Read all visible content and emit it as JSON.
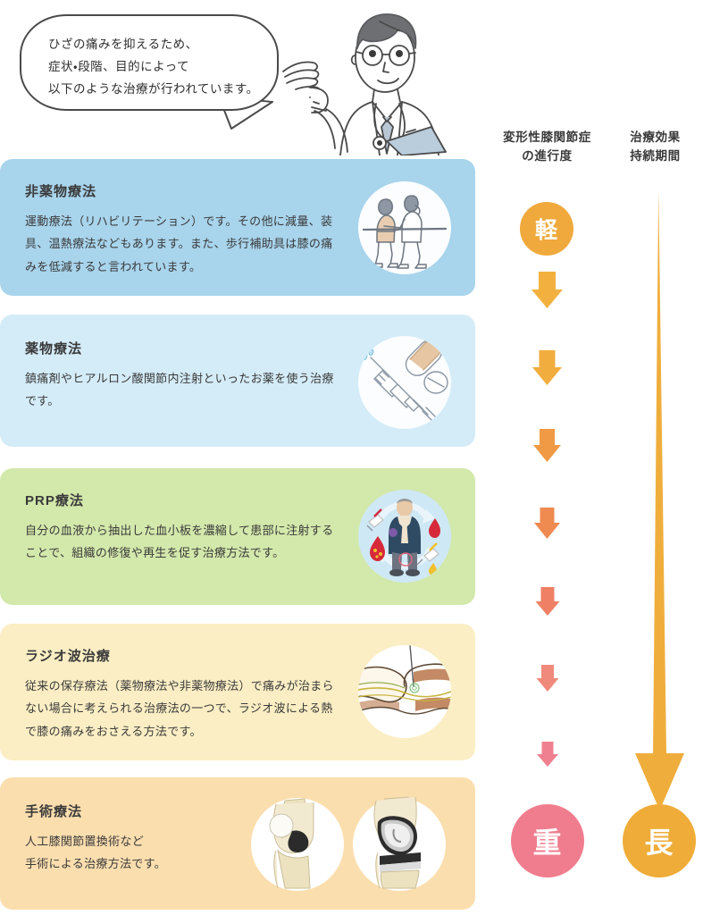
{
  "bubble": {
    "text": "ひざの痛みを抑えるため、\n症状・段階、目的によって\n以下のような治療が行われています。"
  },
  "illustration": {
    "doctor_label": "doctor-illustration"
  },
  "cards": [
    {
      "id": "non-drug-therapy",
      "title": "非薬物療法",
      "body": "運動療法（リハビリテーション）です。その他に減量、装具、温熱療法などもあります。また、歩行補助具は膝の痛みを低減すると言われています。",
      "bg": "#a8d4ec",
      "icon_name": "walking-rehab-icon"
    },
    {
      "id": "drug-therapy",
      "title": "薬物療法",
      "body": "鎮痛剤やヒアルロン酸関節内注射といったお薬を使う治療です。",
      "bg": "#d4ecf8",
      "icon_name": "syringe-pills-icon"
    },
    {
      "id": "prp-therapy",
      "title": "PRP療法",
      "body": "自分の血液から抽出した血小板を濃縮して患部に注射することで、組織の修復や再生を促す治療方法です。",
      "bg": "#d3e8ab",
      "icon_name": "prp-blood-icon"
    },
    {
      "id": "radiofrequency-therapy",
      "title": "ラジオ波治療",
      "body": "従来の保存療法（薬物療法や非薬物療法）で痛みが治まらない場合に考えられる治療法の一つで、ラジオ波による熱で膝の痛みをおさえる方法です。",
      "bg": "#fbeec4",
      "icon_name": "radiofrequency-knee-icon"
    },
    {
      "id": "surgical-therapy",
      "title": "手術療法",
      "body": "人工膝関節置換術など\n手術による治療方法です。",
      "bg": "#fbdeae",
      "icon_name": "knee-implant-icon"
    }
  ],
  "columns": {
    "severity": {
      "header": "変形性膝関節症\nの進行度",
      "top_badge": "軽",
      "bottom_badge": "重",
      "top_badge_color": "#f0a93c",
      "bottom_badge_color": "#ef7d8e",
      "arrow_colors": [
        "#f2b13f",
        "#f2ad3f",
        "#f09a45",
        "#ef8a50",
        "#ef8065",
        "#f08a7c",
        "#ef8090"
      ]
    },
    "duration": {
      "header": "治療効果\n持続期間",
      "bottom_badge": "長",
      "badge_color": "#efac38",
      "arrow_color": "#efae3c"
    }
  }
}
